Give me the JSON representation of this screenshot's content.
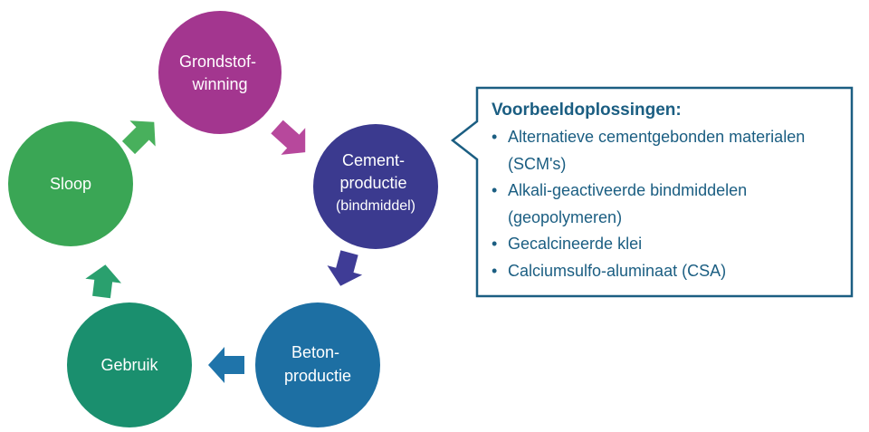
{
  "cycle": {
    "nodes": [
      {
        "id": "grondstofwinning",
        "lines": [
          "Grondstof-",
          "winning"
        ],
        "color": "#a3368f"
      },
      {
        "id": "cementproductie",
        "lines": [
          "Cement-",
          "productie",
          "(bindmiddel)"
        ],
        "color": "#3b3a8f"
      },
      {
        "id": "betonproductie",
        "lines": [
          "Beton-",
          "productie"
        ],
        "color": "#1d6fa3"
      },
      {
        "id": "gebruik",
        "lines": [
          "Gebruik"
        ],
        "color": "#1a8f6e"
      },
      {
        "id": "sloop",
        "lines": [
          "Sloop"
        ],
        "color": "#3aa655"
      }
    ],
    "arrow_colors": {
      "to_cementproductie": "#b7489c",
      "to_betonproductie": "#3f3c96",
      "to_gebruik": "#1f74aa",
      "to_sloop": "#2aa06e",
      "to_grondstofwinning": "#48b05c"
    }
  },
  "callout": {
    "title": "Voorbeeldoplossingen:",
    "items": [
      "Alternatieve cementgebonden materialen (SCM's)",
      "Alkali-geactiveerde bindmiddelen (geopolymeren)",
      "Gecalcineerde klei",
      "Calciumsulfo-aluminaat (CSA)"
    ],
    "border_color": "#1b5e82",
    "text_color": "#1b5e82",
    "bullet": "•"
  }
}
